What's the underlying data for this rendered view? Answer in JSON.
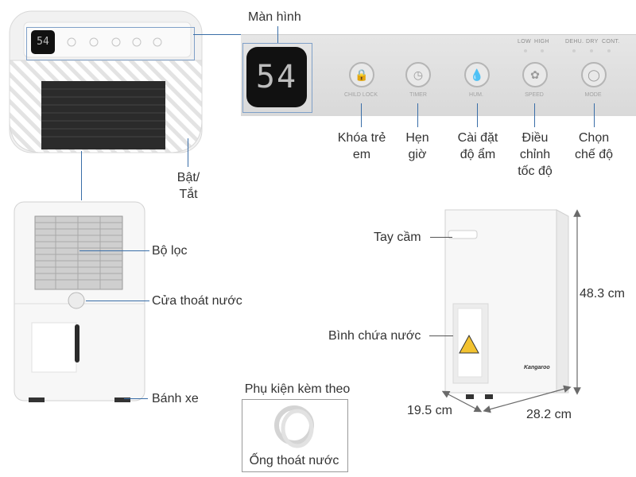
{
  "display": {
    "reading": "54",
    "small_reading": "54"
  },
  "panel": {
    "speed_levels": [
      "LOW",
      "HIGH"
    ],
    "modes": [
      "DEHU.",
      "DRY",
      "CONT."
    ],
    "buttons": [
      {
        "caption": "CHILD LOCK",
        "icon": "lock-icon"
      },
      {
        "caption": "TIMER",
        "icon": "clock-icon"
      },
      {
        "caption": "HUM.",
        "icon": "droplet-icon"
      },
      {
        "caption": "SPEED",
        "icon": "fan-icon"
      },
      {
        "caption": "MODE",
        "icon": "mode-icon"
      }
    ]
  },
  "labels": {
    "screen": "Màn hình",
    "child_lock": "Khóa trẻ em",
    "timer": "Hẹn giờ",
    "humidity": "Cài đặt độ ẩm",
    "speed": "Điều chỉnh tốc độ",
    "mode": "Chọn chế độ",
    "power": "Bật/ Tắt",
    "filter": "Bộ lọc",
    "drain": "Cửa thoát nước",
    "wheels": "Bánh xe",
    "handle": "Tay cầm",
    "tank": "Bình chứa nước",
    "accessory_title": "Phụ kiện kèm theo",
    "accessory": "Ống thoát nước"
  },
  "dimensions": {
    "height": "48.3 cm",
    "depth": "19.5 cm",
    "width": "28.2 cm"
  },
  "brand": "Kangaroo",
  "colors": {
    "pointer": "#3a6ea8",
    "arrow": "#6a6a6a",
    "body": "#f7f7f7",
    "display": "#111111"
  }
}
